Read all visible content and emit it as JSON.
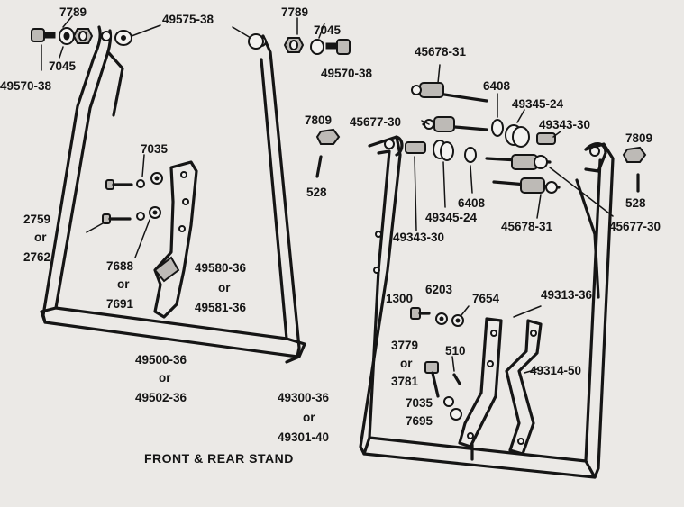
{
  "diagram": {
    "title": "FRONT & REAR STAND",
    "part_numbers": {
      "p7789_left": "7789",
      "p49575_38": "49575-38",
      "p7045_left": "7045",
      "p49570_38_left": "49570-38",
      "p7789_right": "7789",
      "p7045_right": "7045",
      "p49570_38_right": "49570-38",
      "p45678_31_top": "45678-31",
      "p6408_top": "6408",
      "p49345_24_top": "49345-24",
      "p45677_30_left": "45677-30",
      "p49343_30_right": "49343-30",
      "p7809_left": "7809",
      "p528_left": "528",
      "p7809_right": "7809",
      "p528_right": "528",
      "p7035_top": "7035",
      "p2759": "2759",
      "or_2759": "or",
      "p2762": "2762",
      "p7688": "7688",
      "or_7688": "or",
      "p7691": "7691",
      "p49580_36": "49580-36",
      "or_49580": "or",
      "p49581_36": "49581-36",
      "p49500_36": "49500-36",
      "or_49500": "or",
      "p49502_36": "49502-36",
      "p6408_bottom": "6408",
      "p49345_24_bottom": "49345-24",
      "p49343_30_bottom": "49343-30",
      "p45678_31_bottom": "45678-31",
      "p45677_30_right": "45677-30",
      "p1300": "1300",
      "p6203": "6203",
      "p7654": "7654",
      "p49313_36": "49313-36",
      "p3779": "3779",
      "or_3779": "or",
      "p3781": "3781",
      "p510": "510",
      "p49314_50": "49314-50",
      "p7035_bottom": "7035",
      "p7695": "7695",
      "p49300_36": "49300-36",
      "or_49300": "or",
      "p49301_40": "49301-40"
    }
  }
}
